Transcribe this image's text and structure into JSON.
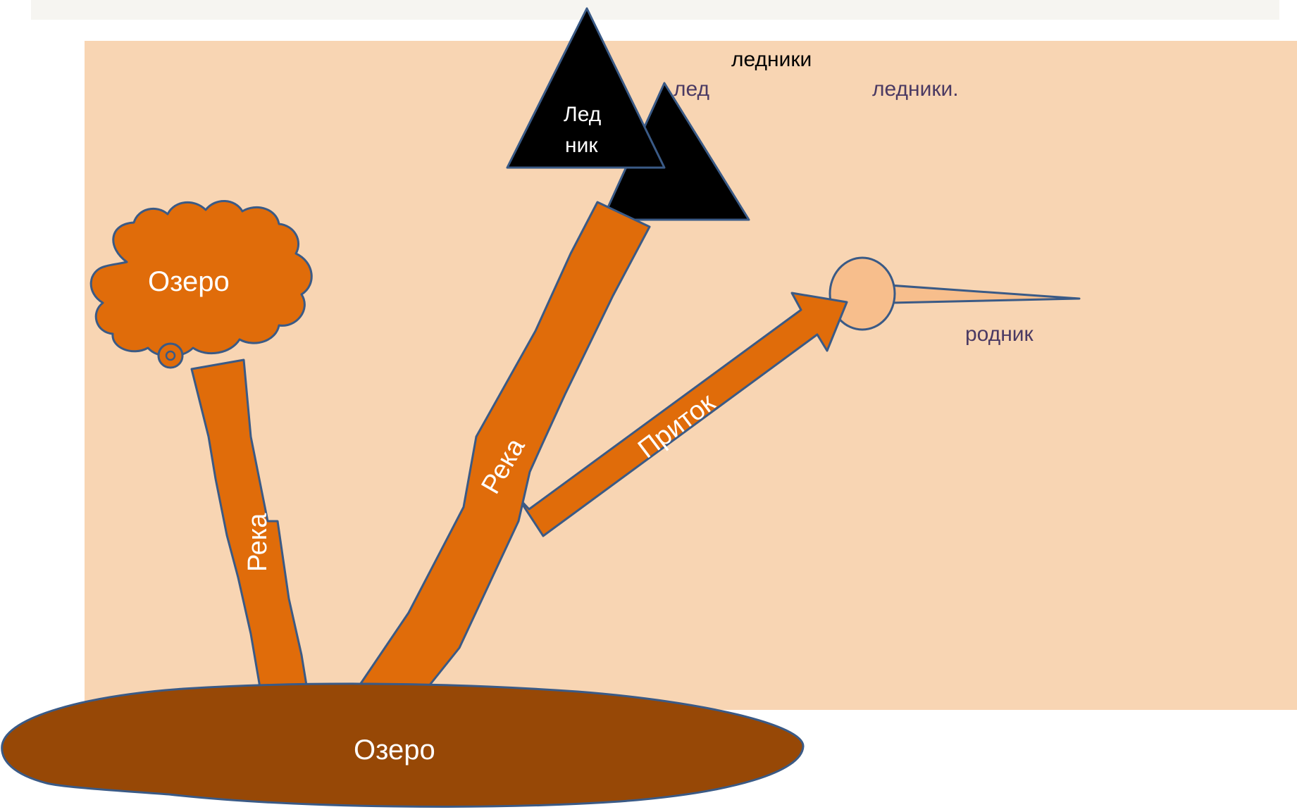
{
  "labels": {
    "top_heading": "ледники",
    "glacier_partial": "лед",
    "glaciers_period": "ледники.",
    "glacier_line1": "Лед",
    "glacier_line2": "ник",
    "upper_lake": "Озеро",
    "lower_lake": "Озеро",
    "river_left": "Река",
    "river_center": "Река",
    "tributary": "Приток",
    "spring": "родник"
  },
  "colors": {
    "slide_background": "#f8d5b3",
    "river_fill": "#e06c0a",
    "lower_lake_fill": "#974806",
    "outline": "#3a5a86",
    "glacier_fill": "#000000",
    "spring_fill": "#f7be8c",
    "purple_text": "#4b3a63"
  },
  "icons": {
    "glacier": "triangle-mountain",
    "upper_lake": "cloud-shape",
    "spring": "circle-callout"
  }
}
